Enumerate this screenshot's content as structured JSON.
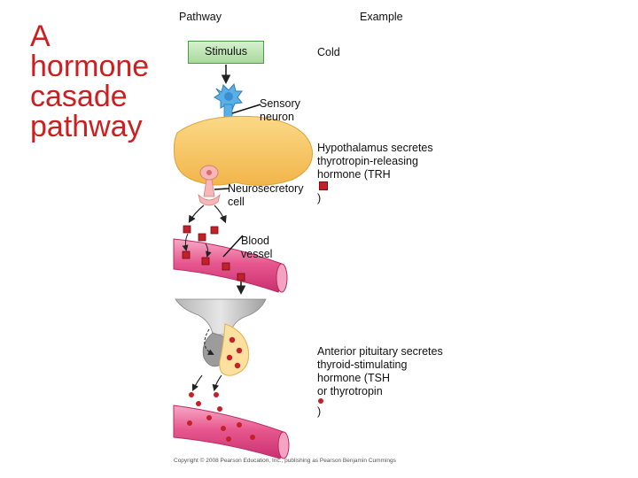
{
  "slide": {
    "title_lines": [
      "A",
      "hormone",
      "casade",
      "pathway"
    ]
  },
  "diagram": {
    "header_pathway": "Pathway",
    "header_example": "Example",
    "stimulus_label": "Stimulus",
    "example_stimulus": "Cold",
    "sensory_neuron": [
      "Sensory",
      "neuron"
    ],
    "hypothalamus_text": [
      "Hypothalamus secretes",
      "thyrotropin-releasing"
    ],
    "trh_prefix": "hormone (TRH",
    "trh_suffix": ")",
    "neurosecretory_cell": [
      "Neurosecretory",
      "cell"
    ],
    "blood_vessel": [
      "Blood",
      "vessel"
    ],
    "pituitary_text": [
      "Anterior pituitary secretes",
      "thyroid-stimulating",
      "hormone (TSH"
    ],
    "tsh_prefix": "or thyrotropin",
    "tsh_suffix": ")",
    "copyright": "Copyright © 2008 Pearson Education, Inc., publishing as Pearson Benjamin Cummings"
  },
  "colors": {
    "title_red": "#cc1f1f",
    "hypothalamus": "#f6c55a",
    "vessel": "#e84a86",
    "hormone": "#c4202a",
    "neuron": "#5ab0e6",
    "stimulus_box": "#a9d99b"
  }
}
